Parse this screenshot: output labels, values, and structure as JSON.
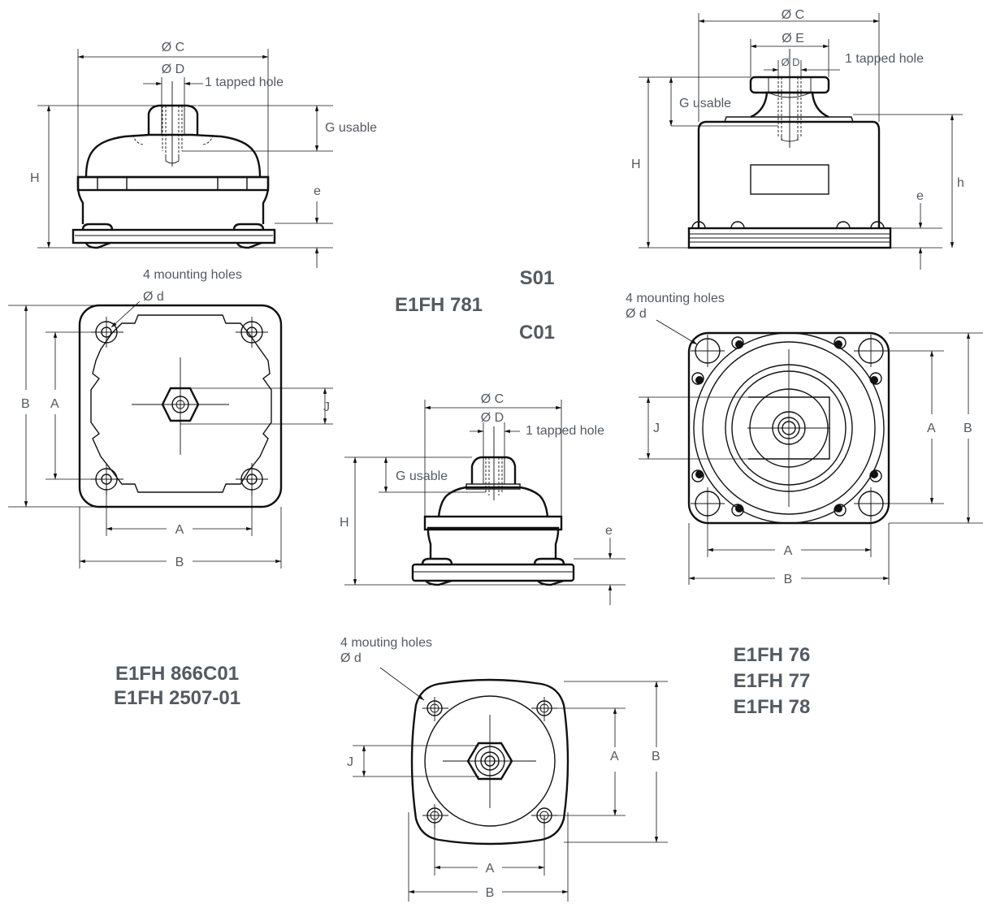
{
  "models": {
    "top_center_line1": "S01",
    "top_center_line2": "E1FH 781",
    "top_center_line3": "C01",
    "bottom_left_line1": "E1FH 866C01",
    "bottom_left_line2": "E1FH 2507-01",
    "right_line1": "E1FH 76",
    "right_line2": "E1FH 77",
    "right_line3": "E1FH 78"
  },
  "labels": {
    "dia_c": "Ø C",
    "dia_d": "Ø D",
    "dia_e": "Ø E",
    "tapped": "1 tapped hole",
    "g_usable": "G usable",
    "H": "H",
    "h": "h",
    "e": "e",
    "A": "A",
    "B": "B",
    "J": "J",
    "mounting_holes": "4 mounting holes",
    "mouting_holes": "4 mouting holes",
    "dia_small_d": "Ø d"
  }
}
